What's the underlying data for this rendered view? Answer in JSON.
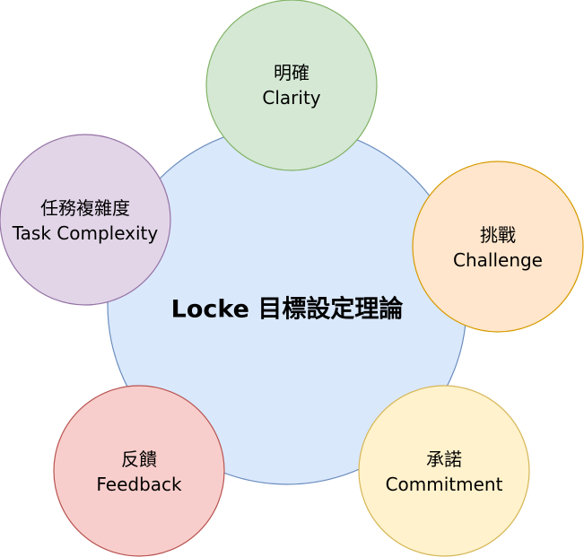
{
  "center": {
    "title": "Locke 目標設定理論",
    "fill": "#dae8fc",
    "stroke": "#6c8ebf"
  },
  "nodes": {
    "clarity": {
      "zh": "明確",
      "en": "Clarity",
      "fill": "#d5e8d4",
      "stroke": "#82b366"
    },
    "challenge": {
      "zh": "挑戰",
      "en": "Challenge",
      "fill": "#ffe6cc",
      "stroke": "#d79b00"
    },
    "commitment": {
      "zh": "承諾",
      "en": "Commitment",
      "fill": "#fff2cc",
      "stroke": "#d6b656"
    },
    "feedback": {
      "zh": "反饋",
      "en": "Feedback",
      "fill": "#f8cecc",
      "stroke": "#b85450"
    },
    "task_complexity": {
      "zh": "任務複雜度",
      "en": "Task Complexity",
      "fill": "#e1d5e7",
      "stroke": "#9673a6"
    }
  }
}
